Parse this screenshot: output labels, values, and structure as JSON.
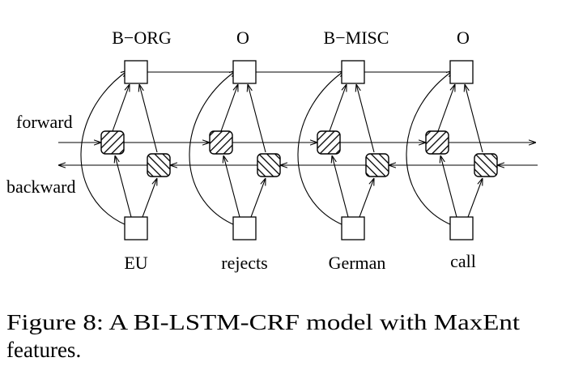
{
  "diagram": {
    "tags": [
      "B−ORG",
      "O",
      "B−MISC",
      "O"
    ],
    "words": [
      "EU",
      "rejects",
      "German",
      "call"
    ],
    "forward_label": "forward",
    "backward_label": "backward"
  },
  "caption": {
    "line1": "Figure 8:  A BI-LSTM-CRF model with MaxEnt",
    "line2": "features."
  }
}
